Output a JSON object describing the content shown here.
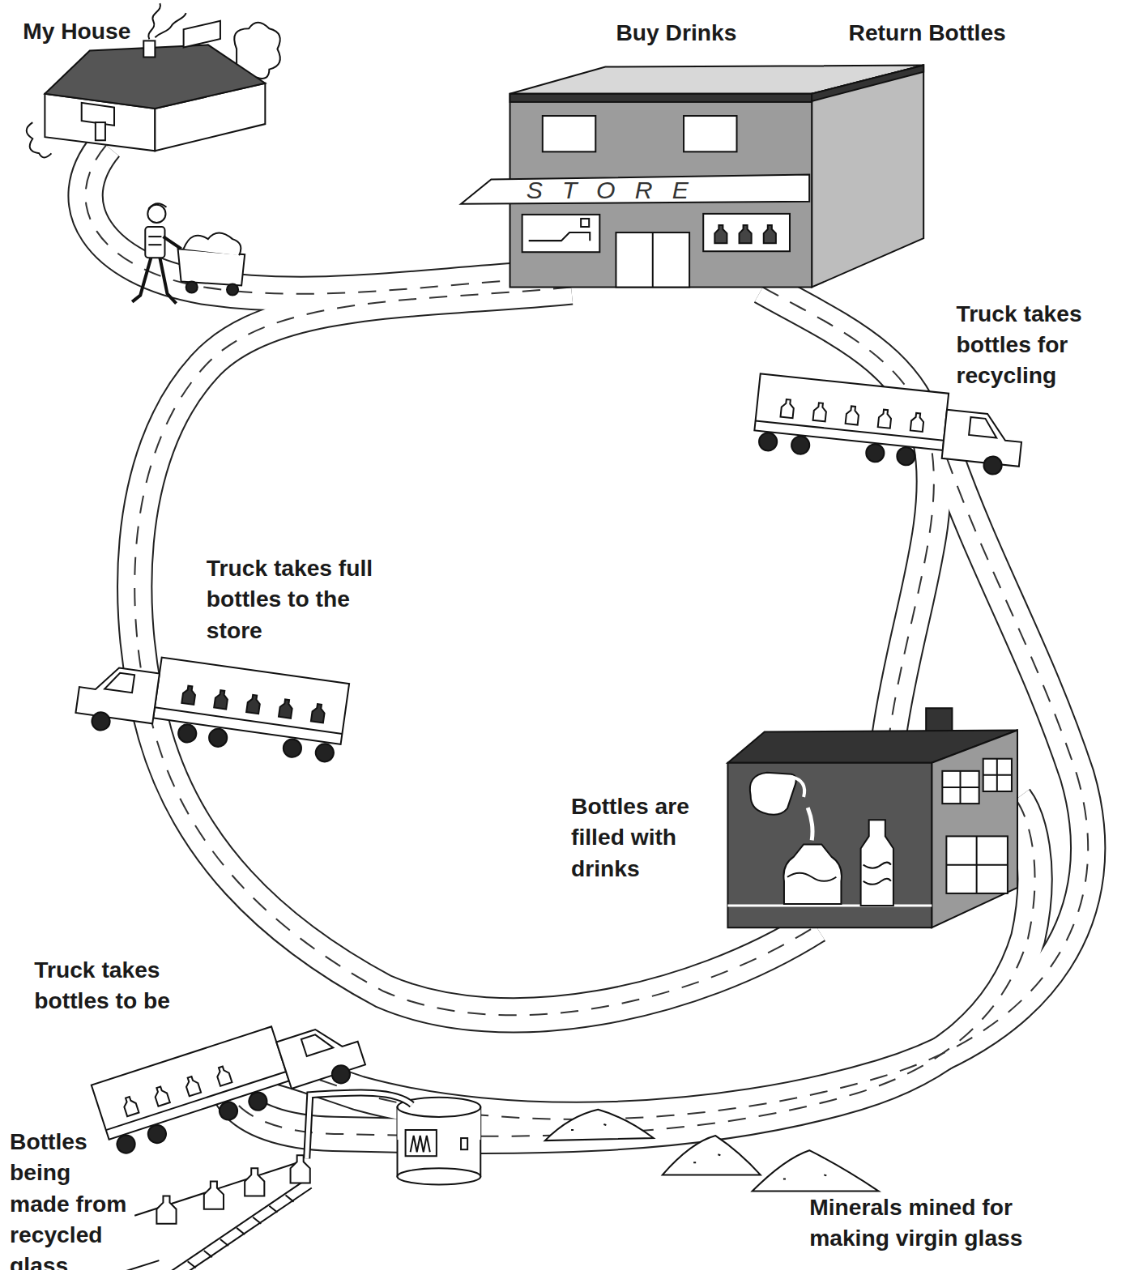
{
  "diagram": {
    "labels": [
      "My House",
      "Buy Drinks",
      "Return Bottles",
      "STORE",
      "Truck takes bottles for recycling",
      "Truck takes full bottles to the store",
      "Bottles are filled with drinks",
      "Truck takes bottles to be",
      "Bottles being made from recycled glass",
      "Minerals mined for making virgin glass"
    ]
  }
}
